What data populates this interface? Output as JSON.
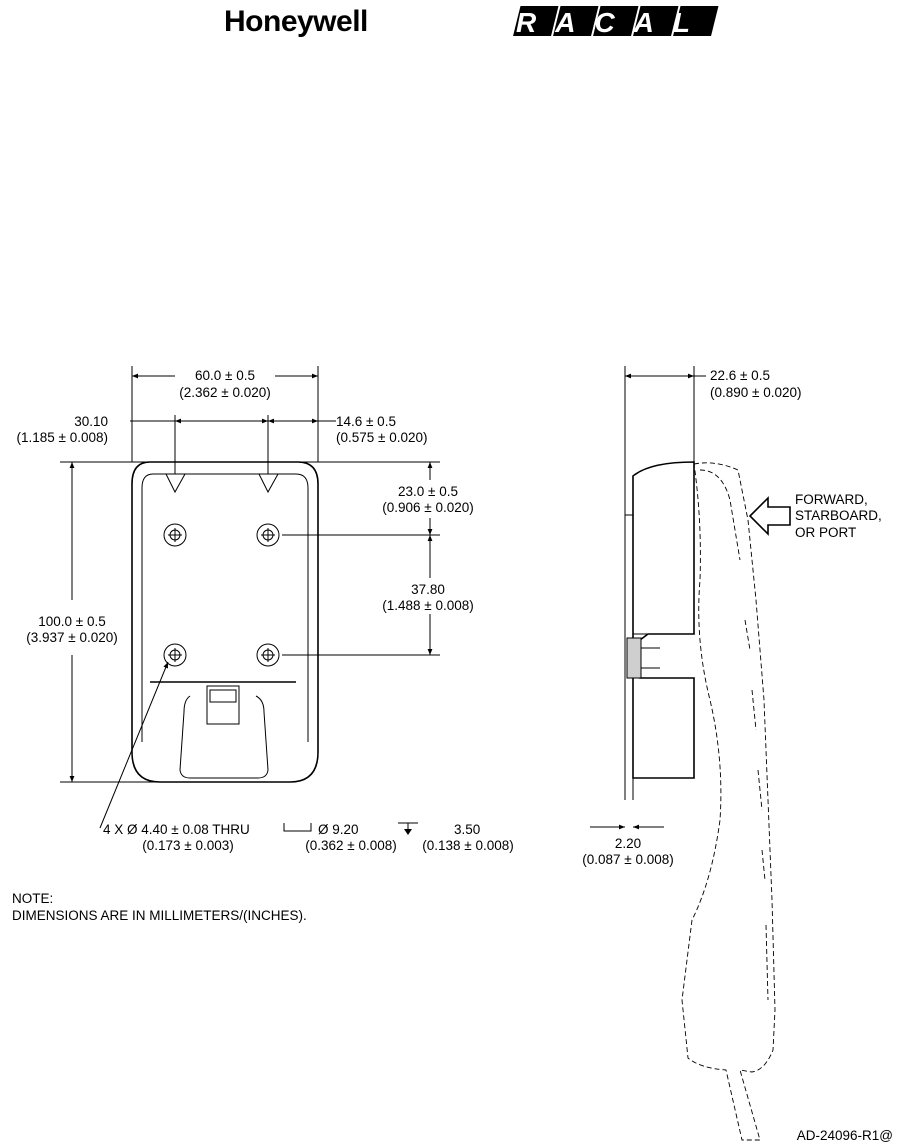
{
  "header": {
    "brand_left": "Honeywell",
    "brand_right": "RACAL"
  },
  "front_view": {
    "width_mm": "60.0 ± 0.5",
    "width_in": "(2.362 ± 0.020)",
    "hole_x_mm": "30.10",
    "hole_x_in": "(1.185 ± 0.008)",
    "hole_edge_mm": "14.6 ± 0.5",
    "hole_edge_in": "(0.575 ± 0.020)",
    "hole_top_mm": "23.0 ± 0.5",
    "hole_top_in": "(0.906 ± 0.020)",
    "hole_y_mm": "37.80",
    "hole_y_in": "(1.488 ± 0.008)",
    "height_mm": "100.0 ± 0.5",
    "height_in": "(3.937 ± 0.020)",
    "hole_callout": {
      "thru_mm": "4 X Ø 4.40 ± 0.08 THRU",
      "thru_in": "(0.173 ± 0.003)",
      "cbore_mm": "Ø 9.20",
      "cbore_in": "(0.362 ± 0.008)",
      "depth_mm": "3.50",
      "depth_in": "(0.138 ± 0.008)"
    }
  },
  "side_view": {
    "depth_mm": "22.6 ± 0.5",
    "depth_in": "(0.890 ± 0.020)",
    "base_mm": "2.20",
    "base_in": "(0.087 ± 0.008)",
    "direction_label": [
      "FORWARD,",
      "STARBOARD,",
      "OR PORT"
    ]
  },
  "note": {
    "title": "NOTE:",
    "text": "DIMENSIONS ARE IN MILLIMETERS/(INCHES)."
  },
  "drawing_number": "AD-24096-R1@"
}
